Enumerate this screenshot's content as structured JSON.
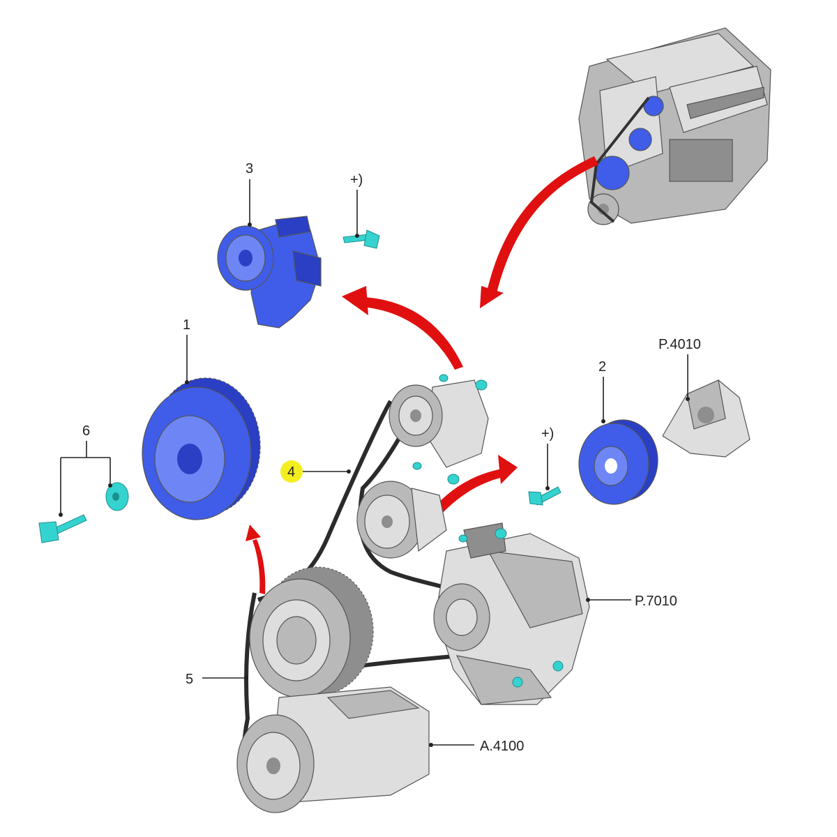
{
  "callouts": {
    "c1": "1",
    "c2": "2",
    "c3": "3",
    "c4": "4",
    "c5": "5",
    "c6": "6",
    "plus_a": "+)",
    "plus_b": "+)",
    "p4010": "P.4010",
    "p7010": "P.7010",
    "a4100": "A.4100"
  },
  "colors": {
    "part_blue": "#3f5de8",
    "fastener_cyan": "#35d3d0",
    "arrow_red": "#e01010",
    "callout_yellow": "#f5ee1f"
  }
}
